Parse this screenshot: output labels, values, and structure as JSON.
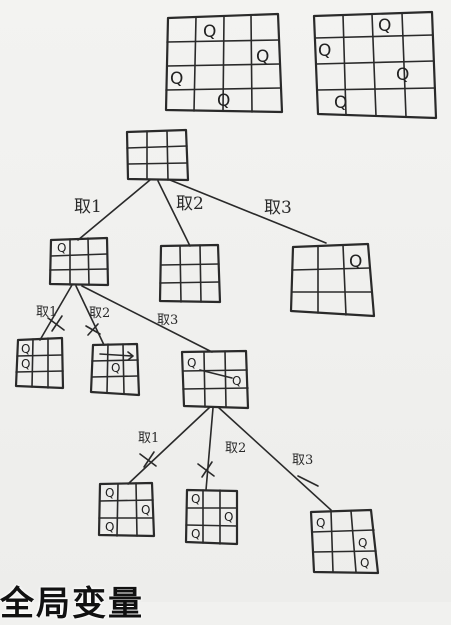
{
  "caption": "全局变量",
  "glyph": "Q",
  "labels": {
    "root_choice_1": "取1",
    "root_choice_2": "取2",
    "root_choice_3": "取3",
    "l2_choice_1": "取1",
    "l2_choice_2": "取2",
    "l2_choice_3": "取3",
    "l3_choice_1": "取1",
    "l3_choice_2": "取2",
    "l3_choice_3": "取3"
  }
}
